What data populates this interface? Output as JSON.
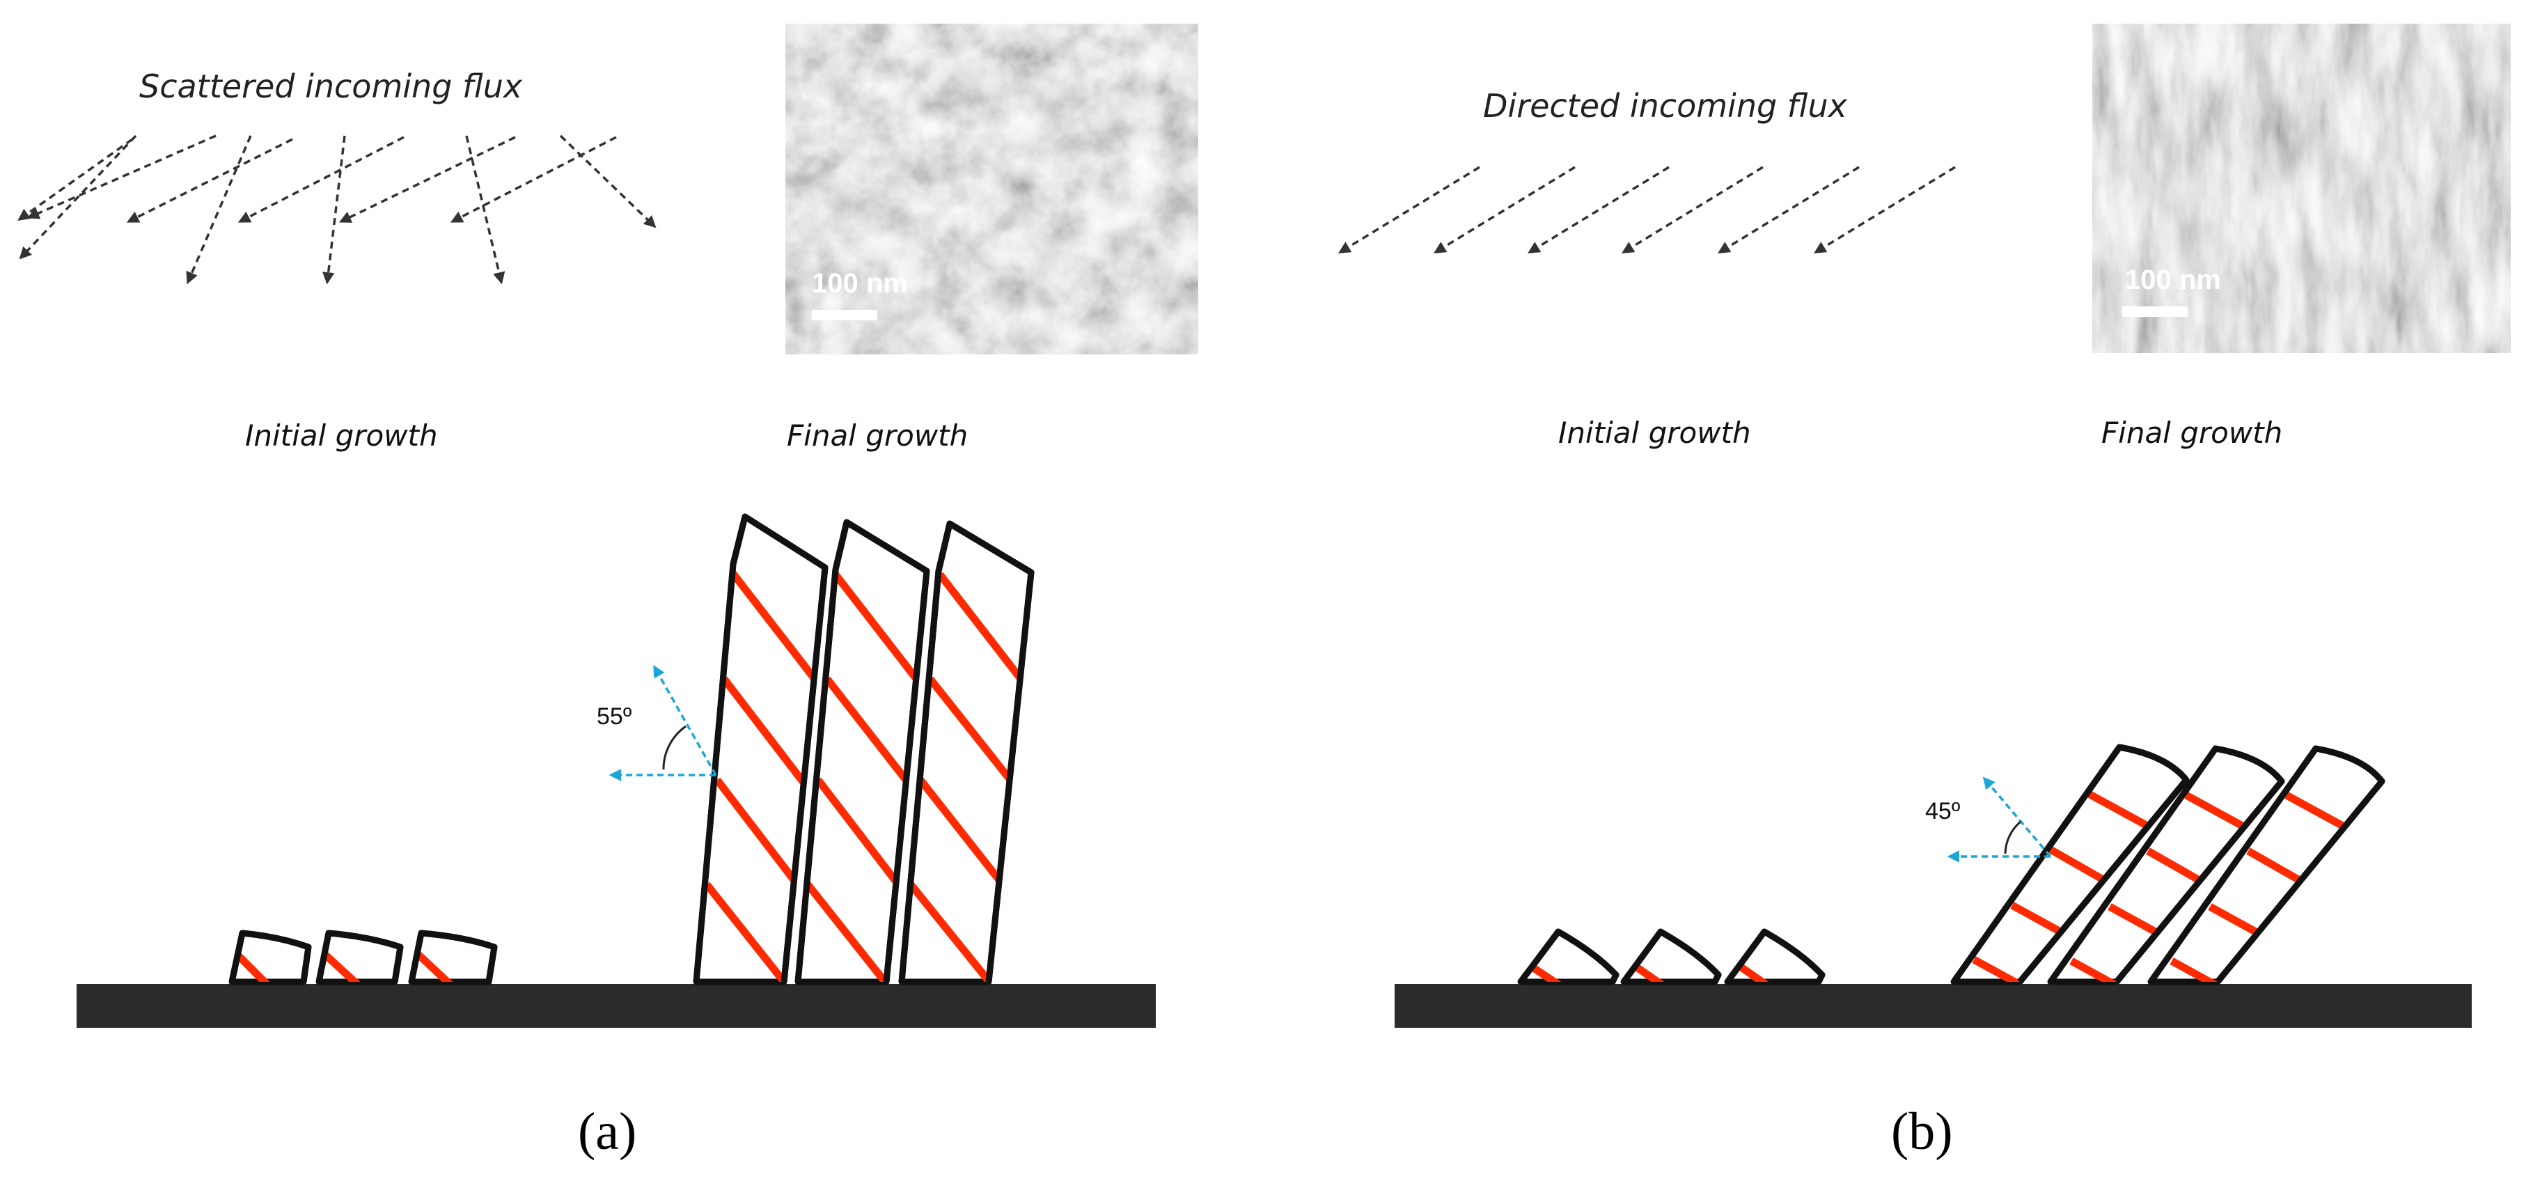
{
  "panel_a": {
    "flux_label": "Scattered incoming flux",
    "scale_bar": "100 nm",
    "initial_label": "Initial growth",
    "final_label": "Final growth",
    "angle": "55º",
    "label": "(a)"
  },
  "panel_b": {
    "flux_label": "Directed incoming flux",
    "scale_bar": "100 nm",
    "initial_label": "Initial growth",
    "final_label": "Final growth",
    "angle": "45º",
    "label": "(b)"
  },
  "colors": {
    "stripe": "#ff2a00",
    "substrate": "#2b2b2b",
    "normal_arrows": "#1aa7d6",
    "column_outline": "#111111"
  }
}
